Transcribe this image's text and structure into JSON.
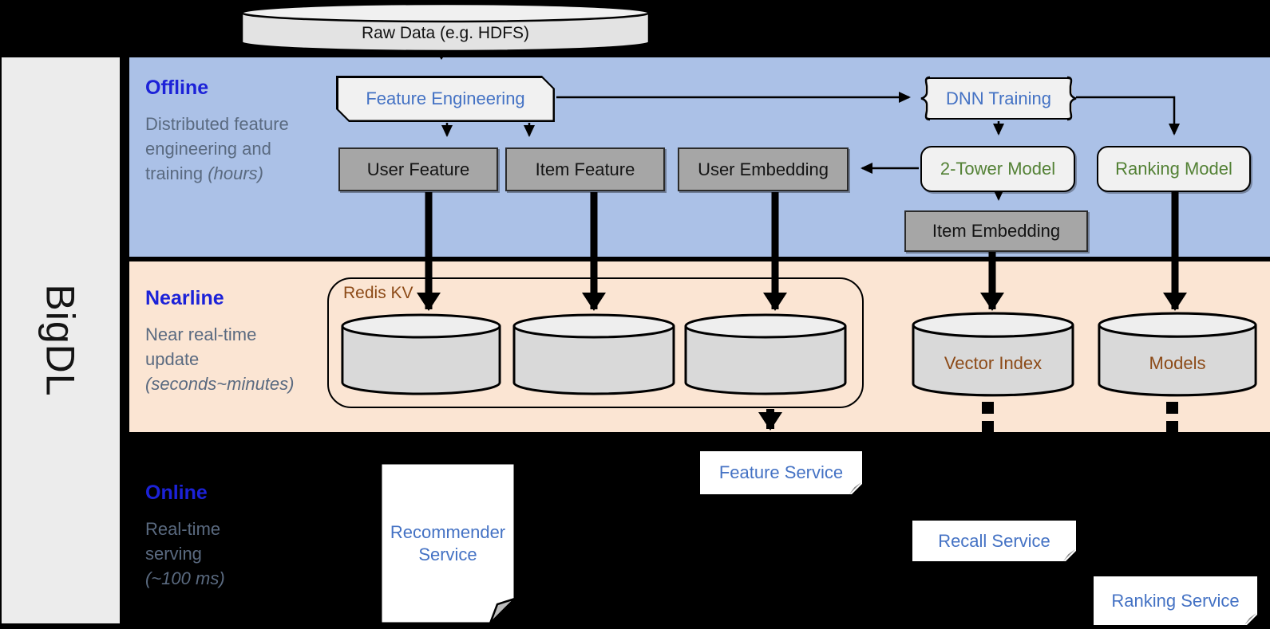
{
  "brand": {
    "label": "BigDL"
  },
  "raw_data": {
    "label": "Raw Data (e.g. HDFS)"
  },
  "sections": {
    "offline": {
      "title": "Offline",
      "desc": "Distributed feature engineering and training",
      "desc_italic": "(hours)"
    },
    "nearline": {
      "title": "Nearline",
      "desc": "Near real-time update",
      "desc_italic": "(seconds~minutes)"
    },
    "online": {
      "title": "Online",
      "desc": "Real-time serving",
      "desc_italic": "(~100 ms)"
    }
  },
  "nodes": {
    "feature_engineering": "Feature Engineering",
    "user_feature": "User Feature",
    "item_feature": "Item Feature",
    "user_embedding": "User Embedding",
    "dnn_training": "DNN Training",
    "two_tower_model": "2-Tower Model",
    "ranking_model": "Ranking Model",
    "item_embedding": "Item Embedding",
    "redis_kv": "Redis KV",
    "vector_index": "Vector Index",
    "models": "Models",
    "recommender_service": "Recommender Service",
    "feature_service": "Feature Service",
    "recall_service": "Recall Service",
    "ranking_service": "Ranking Service"
  },
  "colors": {
    "background": "#000000",
    "offline_band": "#abc1e7",
    "nearline_band": "#fbe5d3",
    "sidebar": "#ececec",
    "section_title_blue": "#1c22d8",
    "section_desc_gray": "#5a6a80",
    "node_label_blue": "#4472c4",
    "node_label_green": "#538135",
    "node_label_brown": "#8c4a17",
    "gray_box": "#a6a6a6",
    "light_box": "#f1f1f1",
    "cylinder_body": "#d9d9d9"
  }
}
